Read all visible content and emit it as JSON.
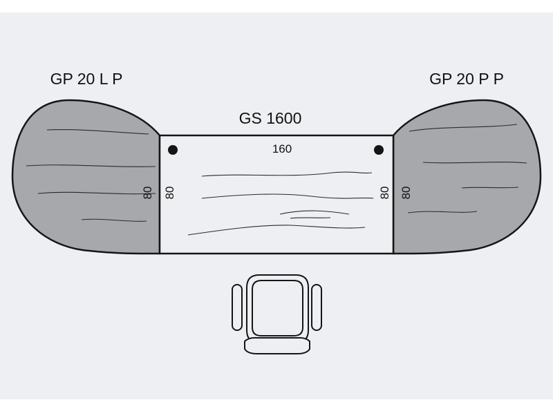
{
  "labels": {
    "left_extension": "GP 20 L P",
    "right_extension": "GP 20 P P",
    "desk": "GS 1600",
    "desk_width": "160",
    "left_extension_depth": "80",
    "desk_left_depth": "80",
    "desk_right_depth": "80",
    "right_extension_depth": "80"
  },
  "colors": {
    "paper": "#eeeff2",
    "extension_fill": "#a7a8ab",
    "outline": "#151515",
    "text": "#111111"
  },
  "icons": {
    "chair": "office-chair-icon",
    "hole": "cable-hole-icon"
  }
}
